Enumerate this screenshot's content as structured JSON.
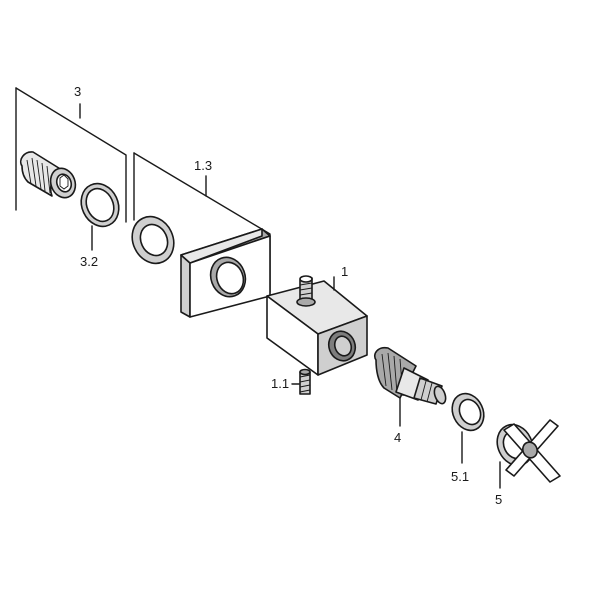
{
  "callouts": {
    "part_3": "3",
    "part_3_2": "3.2",
    "part_1_3": "1.3",
    "part_1": "1",
    "part_1_1": "1.1",
    "part_4": "4",
    "part_5_1": "5.1",
    "part_5": "5"
  },
  "colors": {
    "line": "#1a1a1a",
    "background": "#ffffff"
  }
}
